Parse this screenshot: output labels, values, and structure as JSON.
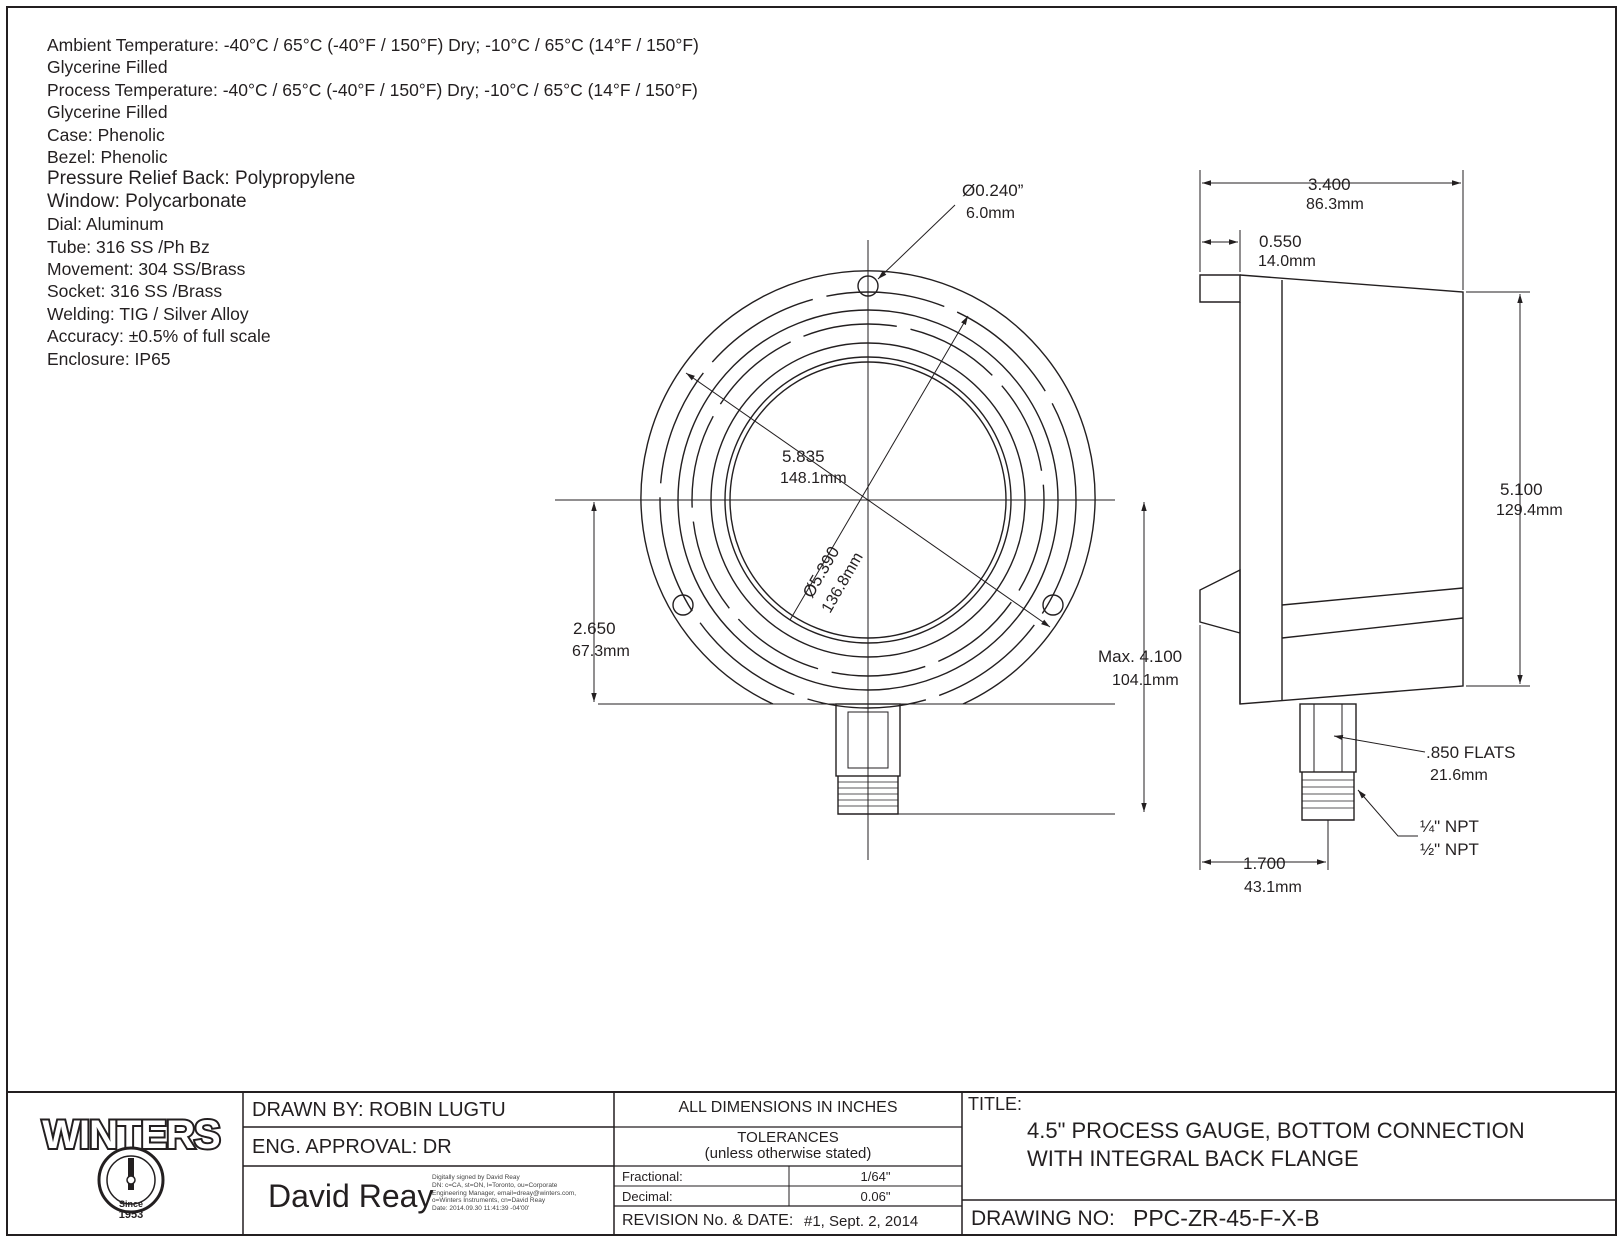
{
  "specs": [
    "Ambient Temperature: -40°C / 65°C (-40°F / 150°F) Dry; -10°C / 65°C (14°F / 150°F)",
    "Glycerine Filled",
    "Process Temperature: -40°C / 65°C (-40°F / 150°F) Dry; -10°C / 65°C (14°F / 150°F)",
    "Glycerine Filled",
    "Case: Phenolic",
    "Bezel: Phenolic",
    "Pressure Relief Back: Polypropylene",
    "Window: Polycarbonate",
    "Dial: Aluminum",
    "Tube: 316 SS /Ph Bz",
    "Movement: 304 SS/Brass",
    "Socket: 316 SS /Brass",
    "Welding: TIG / Silver Alloy",
    "Accuracy: ±0.5% of full scale",
    "Enclosure: IP65"
  ],
  "front_view": {
    "hole_dia": "Ø0.240”",
    "hole_dia_mm": "6.0mm",
    "bolt_circle": "5.835",
    "bolt_circle_mm": "148.1mm",
    "window_dia": "Ø5.390",
    "window_dia_mm": "136.8mm",
    "center_height": "2.650",
    "center_height_mm": "67.3mm",
    "max_height": "Max. 4.100",
    "max_height_mm": "104.1mm"
  },
  "side_view": {
    "depth": "3.400",
    "depth_mm": "86.3mm",
    "flange": "0.550",
    "flange_mm": "14.0mm",
    "height": "5.100",
    "height_mm": "129.4mm",
    "flats": ".850 FLATS",
    "flats_mm": "21.6mm",
    "npt_quarter": "¼\" NPT",
    "npt_half": "½\" NPT",
    "socket_offset": "1.700",
    "socket_offset_mm": "43.1mm"
  },
  "title_block": {
    "logo_text": "WINTERS",
    "logo_since": "Since",
    "logo_year": "1953",
    "drawn_by": "DRAWN BY: ROBIN LUGTU",
    "eng_approval": "ENG. APPROVAL: DR",
    "signature_name": "David Reay",
    "signature_note": [
      "Digitally signed by David Reay",
      "DN: c=CA, st=ON, l=Toronto, ou=Corporate",
      "Engineering Manager, email=dreay@winters.com,",
      "o=Winters Instruments, cn=David Reay",
      "Date: 2014.09.30 11:41:39 -04'00'"
    ],
    "all_dims": "ALL DIMENSIONS IN INCHES",
    "tolerances": "TOLERANCES",
    "tolerances_note": "(unless otherwise stated)",
    "fractional_label": "Fractional:",
    "fractional_value": "1/64\"",
    "decimal_label": "Decimal:",
    "decimal_value": "0.06\"",
    "revision_label": "REVISION No. & DATE:",
    "revision_value": "#1, Sept. 2, 2014",
    "title_label": "TITLE:",
    "title_line1": "4.5\" PROCESS GAUGE, BOTTOM CONNECTION",
    "title_line2": "WITH INTEGRAL BACK FLANGE",
    "drawing_no_label": "DRAWING NO:",
    "drawing_no_value": "PPC-ZR-45-F-X-B"
  }
}
